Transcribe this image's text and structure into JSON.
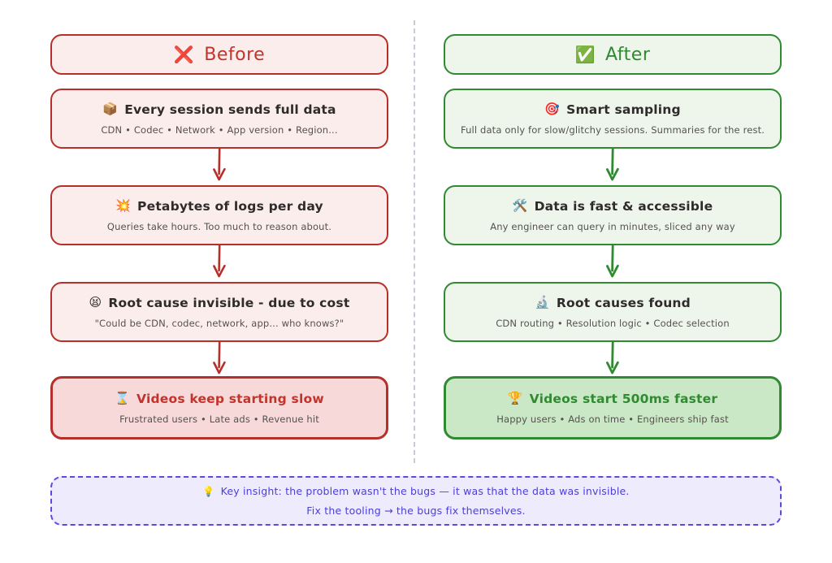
{
  "divider": {
    "style": "dashed-vertical",
    "color": "#c9ccd6"
  },
  "colors": {
    "before_border": "#b5302b",
    "before_fill": "#fceded",
    "before_fill_strong": "#f8d9d9",
    "before_text": "#c0342c",
    "after_border": "#2f8a31",
    "after_fill": "#eef6ec",
    "after_fill_strong": "#cbe8c6",
    "after_text": "#2f8a31",
    "insight_border": "#5b4ae0",
    "insight_fill": "#eeecfc",
    "insight_text": "#4b3fd6",
    "sub_text": "#55514f"
  },
  "before": {
    "header": {
      "icon": "cross-mark-icon",
      "emoji": "❌",
      "label": "Before"
    },
    "steps": [
      {
        "icon": "package-icon",
        "emoji": "📦",
        "title": "Every session sends full data",
        "sub": "CDN • Codec • Network • App version • Region..."
      },
      {
        "icon": "collision-icon",
        "emoji": "💥",
        "title": "Petabytes of logs per day",
        "sub": "Queries take hours. Too much to reason about."
      },
      {
        "icon": "anguished-face-icon",
        "emoji": "😫",
        "title": "Root cause invisible - due to cost",
        "sub": "\"Could be CDN, codec, network, app... who knows?\""
      },
      {
        "icon": "hourglass-icon",
        "emoji": "⌛",
        "title": "Videos keep starting slow",
        "sub": "Frustrated users • Late ads • Revenue hit"
      }
    ]
  },
  "after": {
    "header": {
      "icon": "check-mark-icon",
      "emoji": "✅",
      "label": "After"
    },
    "steps": [
      {
        "icon": "dart-icon",
        "emoji": "🎯",
        "title": "Smart sampling",
        "sub": "Full data only for slow/glitchy sessions. Summaries for the rest."
      },
      {
        "icon": "hammer-and-wrench-icon",
        "emoji": "🛠️",
        "title": "Data is fast & accessible",
        "sub": "Any engineer can query in minutes, sliced any way"
      },
      {
        "icon": "microscope-icon",
        "emoji": "🔬",
        "title": "Root causes found",
        "sub": "CDN routing • Resolution logic • Codec selection"
      },
      {
        "icon": "trophy-icon",
        "emoji": "🏆",
        "title": "Videos start 500ms faster",
        "sub": "Happy users • Ads on time • Engineers ship fast"
      }
    ]
  },
  "insight": {
    "icon": "light-bulb-icon",
    "emoji": "💡",
    "line1": "Key insight: the problem wasn't the bugs — it was that the data was invisible.",
    "line2": "Fix the tooling → the bugs fix themselves."
  }
}
